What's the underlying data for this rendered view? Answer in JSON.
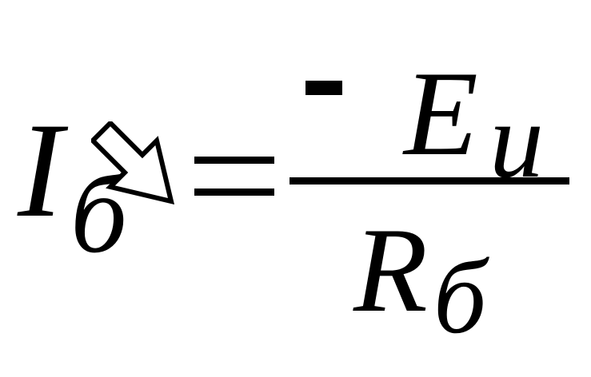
{
  "formula": {
    "lhs_variable": "I",
    "lhs_subscript": "б",
    "operator": "=",
    "numerator_sign": "-",
    "numerator_variable": "E",
    "numerator_subscript": "u",
    "denominator_variable": "R",
    "denominator_subscript": "б"
  },
  "icons": {
    "overlay_arrow": "hollow-arrow-down-right-icon"
  },
  "colors": {
    "ink": "#000000",
    "background": "#ffffff"
  }
}
